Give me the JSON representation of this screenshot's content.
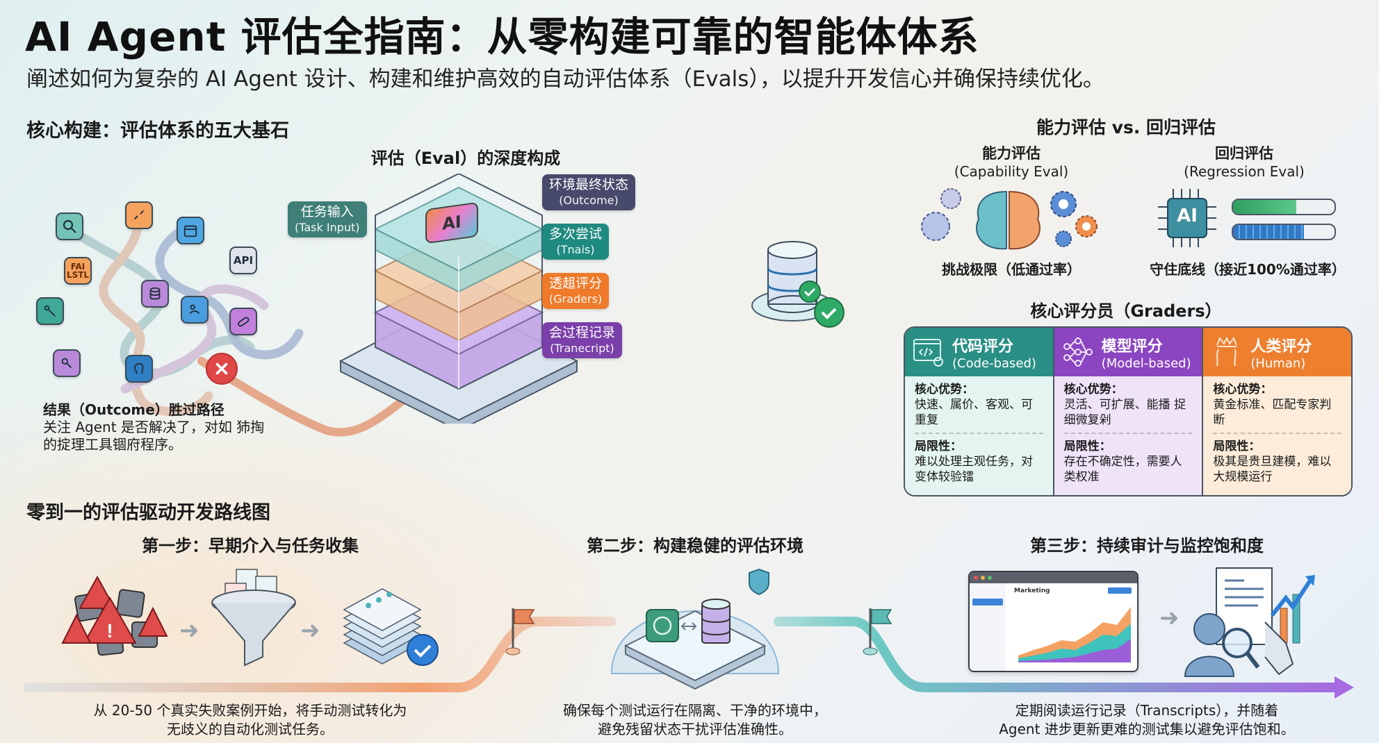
{
  "header": {
    "title": "AI Agent 评估全指南：从零构建可靠的智能体体系",
    "subtitle": "阐述如何为复杂的 AI Agent 设计、构建和维护高效的自动评估体系（Evals），以提升开发信心并确保持续优化。"
  },
  "core": {
    "heading": "核心构建：评估体系的五大基石",
    "eval_heading": "评估（Eval）的深度构成",
    "tool_icons": [
      "search-icon",
      "link-icon",
      "calendar-icon",
      "file-list-icon",
      "api-icon",
      "database-icon",
      "tools-icon",
      "user-tag-icon",
      "bandage-icon",
      "search-person-icon",
      "head-profile-icon",
      "error-x-icon"
    ],
    "fail_label_line1": "FAI",
    "fail_label_line2": "LSTL",
    "api_label": "API",
    "outcome_note": {
      "title": "结果（Outcome）胜过路径",
      "body": "关注 Agent 是否解决了，对如 犻掏的掟理工具锢府程序。"
    },
    "layers": [
      {
        "zh": "任务输入",
        "en": "(Task Input)",
        "color": "#3f7f78"
      },
      {
        "zh": "环境最终状态",
        "en": "(Outcome)",
        "color": "#474a6b"
      },
      {
        "zh": "多次尝试",
        "en": "(Tnais)",
        "color": "#1f8a80"
      },
      {
        "zh": "透趄评分",
        "en": "(Graders)",
        "color": "#ee7a2a"
      },
      {
        "zh": "会过程记录",
        "en": "(Tranecript)",
        "color": "#7a3fa8"
      }
    ],
    "ai_chip_label": "AI"
  },
  "comparison": {
    "heading": "能力评估 vs. 回归评估",
    "capability": {
      "title": "能力评估",
      "en": "(Capability Eval)",
      "caption": "挑战极限（低通过率）"
    },
    "regression": {
      "title": "回归评估",
      "en": "(Regression Eval)",
      "caption": "守住底线（接近100%通过率）",
      "chip_label": "AI",
      "bars": [
        {
          "name": "green-bar",
          "fill_fraction": 0.62,
          "color": "#3cb371"
        },
        {
          "name": "blue-bar",
          "fill_fraction": 0.7,
          "color": "#3a8ed8"
        }
      ]
    }
  },
  "graders": {
    "heading": "核心评分员（Graders）",
    "advantage_label": "核心优势：",
    "limit_label": "局限性：",
    "columns": [
      {
        "zh": "代码评分",
        "en": "(Code-based)",
        "color": "#2a8f84",
        "bg": "#e3f4f1",
        "advantages": "快速、属价、客观、可重复",
        "limits": "难以处理主观任务，对变体较验镭"
      },
      {
        "zh": "模型评分",
        "en": "(Model-based)",
        "color": "#8b45c0",
        "bg": "#efe3f8",
        "advantages": "灵活、可扩展、能播 捉细微复剁",
        "limits": "存在不确定性，需要人类权准"
      },
      {
        "zh": "人类评分",
        "en": "(Human)",
        "color": "#ee7f2f",
        "bg": "#fcecd9",
        "advantages": "黄金标准、匹配专家判断",
        "limits": "极其是贵旦建模，难以大规模运行"
      }
    ]
  },
  "roadmap": {
    "heading": "零到一的评估驱动开发路线图",
    "steps": [
      {
        "title": "第一步：早期介入与任务收集",
        "desc_line1": "从 20-50 个真实失败案例开始，将手动测试转化为",
        "desc_line2": "无歧义的自动化测试任务。"
      },
      {
        "title": "第二步：构建稳健的评估环境",
        "desc_line1": "确保每个测试运行在隔离、干净的环境中，",
        "desc_line2": "避免残留状态干扰评估准确性。"
      },
      {
        "title": "第三步：持续审计与监控饱和度",
        "desc_line1": "定期阅读运行记录（Transcripts），并随着",
        "desc_line2": "Agent 进步更新更难的测试集以避免评估饱和。"
      }
    ],
    "dashboard_title": "Marketing"
  }
}
